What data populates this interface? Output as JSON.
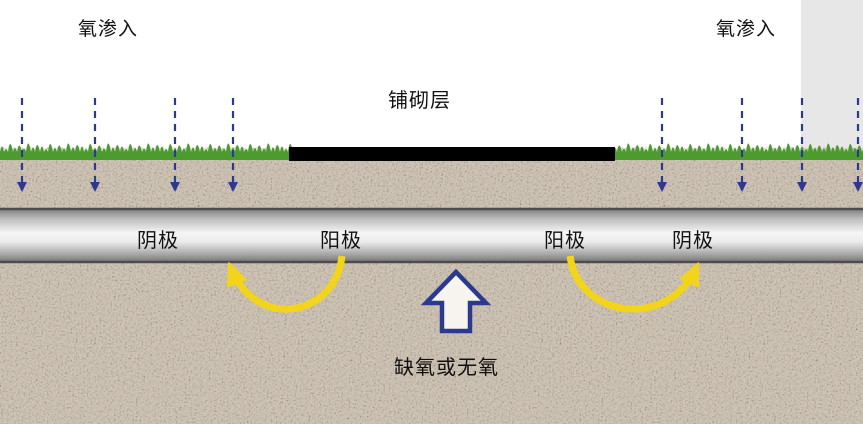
{
  "diagram": {
    "top": {
      "oxygen_left": "氧渗入",
      "oxygen_right": "氧渗入",
      "paving_layer": "铺砌层"
    },
    "pipe": {
      "cathode_left": "阴极",
      "anode_left": "阳极",
      "anode_right": "阳极",
      "cathode_right": "阴极"
    },
    "subsoil": {
      "anoxic": "缺氧或无氧"
    },
    "icons": {
      "oxygen_arrow": "dashed-down-arrow",
      "current_arrow": "curved-yellow-arrow",
      "anoxic_arrow": "hollow-up-arrow"
    },
    "colors": {
      "arrow_blue": "#2b3a8f",
      "grass_green": "#4d9a2e",
      "soil_base": "#d2c7b8",
      "soil_speckle": "#5f5143",
      "pipe_light": "#f5f5f5",
      "pipe_dark": "#7e7e7e",
      "paving_black": "#000000",
      "current_yellow": "#f2d51a",
      "wall_gray": "#e7e7e7"
    }
  }
}
